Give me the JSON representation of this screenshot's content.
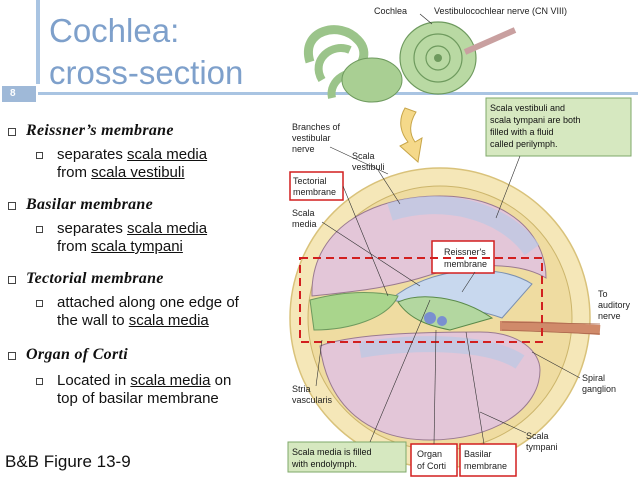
{
  "slide": {
    "number": "8",
    "title_line1": "Cochlea:",
    "title_line2": "cross-section",
    "caption": "B&B Figure 13-9"
  },
  "bullets": [
    {
      "heading": "Reissner’s membrane",
      "sub_pre": "separates ",
      "sub_u1": "scala media",
      "sub_mid": " from ",
      "sub_u2": "scala vestibuli"
    },
    {
      "heading": "Basilar membrane",
      "sub_pre": "separates ",
      "sub_u1": "scala media",
      "sub_mid": " from ",
      "sub_u2": "scala tympani"
    },
    {
      "heading": "Tectorial membrane",
      "sub_pre": "attached along one edge of the wall to ",
      "sub_u1": "scala media"
    },
    {
      "heading": "Organ of Corti",
      "sub_pre": "Located in ",
      "sub_u1": "scala media",
      "sub_mid": " on top of basilar membrane"
    }
  ],
  "diagram": {
    "top_cochlea": "Cochlea",
    "top_nerve": "Vestibulocochlear nerve (CN VIII)",
    "note_vestibuli": [
      "Scala vestibuli and",
      "scala tympani are both",
      "filled with a fluid",
      "called perilymph."
    ],
    "branches": [
      "Branches of",
      "vestibular",
      "nerve"
    ],
    "scala_vestibuli": [
      "Scala",
      "vestibuli"
    ],
    "tectorial": [
      "Tectorial",
      "membrane"
    ],
    "scala_media": [
      "Scala",
      "media"
    ],
    "reissners": [
      "Reissner's",
      "membrane"
    ],
    "to_auditory": [
      "To",
      "auditory",
      "nerve"
    ],
    "stria": [
      "Stria",
      "vascularis"
    ],
    "spiral": [
      "Spiral",
      "ganglion"
    ],
    "scala_tympani": [
      "Scala",
      "tympani"
    ],
    "note_media": [
      "Scala media is filled",
      "with endolymph."
    ],
    "organ": [
      "Organ",
      "of Corti"
    ],
    "basilar": [
      "Basilar",
      "membrane"
    ]
  }
}
